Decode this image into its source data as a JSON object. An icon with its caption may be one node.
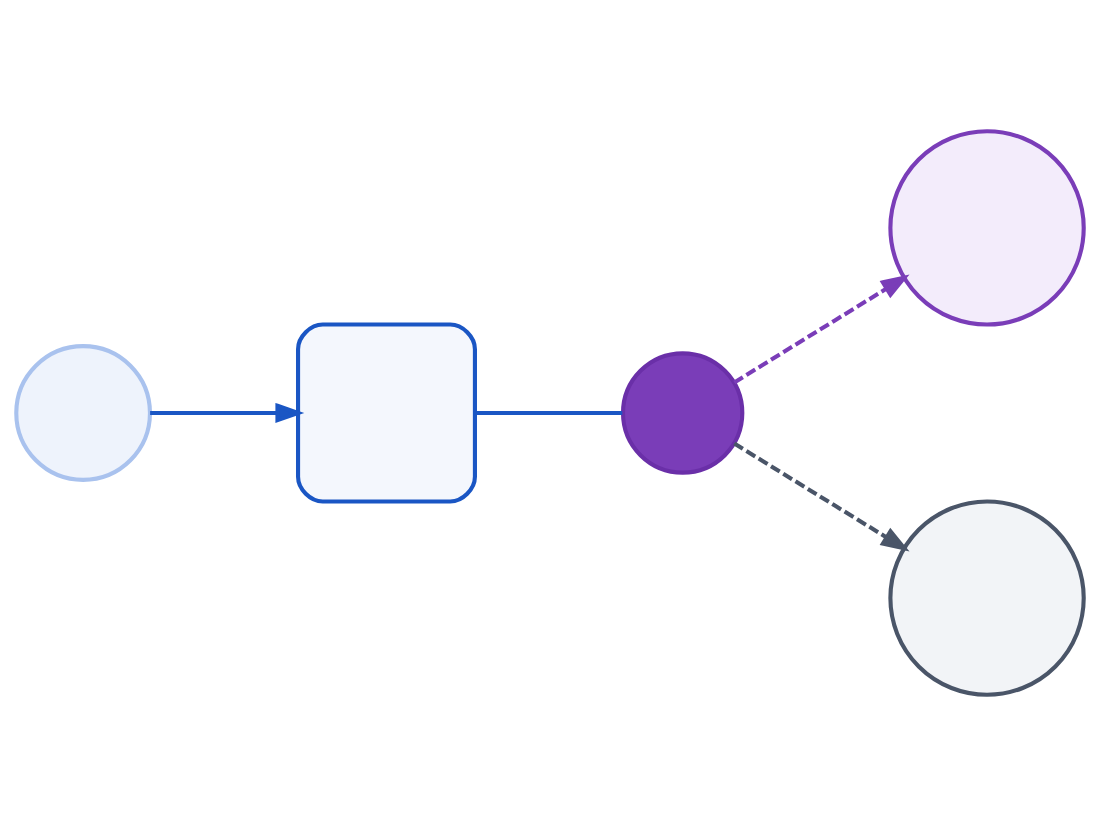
{
  "diagram": {
    "nodes": [
      {
        "text": [],
        "shape": "circle"
      },
      {
        "text": [],
        "shape": "box"
      },
      {
        "text": [],
        "shape": "circle"
      },
      {
        "text": [],
        "shape": "circle"
      },
      {
        "text": [],
        "shape": "circle"
      }
    ],
    "edges": [
      {
        "from": 0,
        "to": 1,
        "arrow": "to",
        "color": "#1a56c4"
      },
      {
        "from": 1,
        "to": 2,
        "arrow": "none",
        "color": "#1a56c4"
      },
      {
        "from": 2,
        "to": 3,
        "arrow": "to",
        "style": "dashed",
        "color": "#7a3db8"
      },
      {
        "from": 2,
        "to": 4,
        "arrow": "to",
        "style": "dashed",
        "color": "#4a5568"
      }
    ]
  }
}
